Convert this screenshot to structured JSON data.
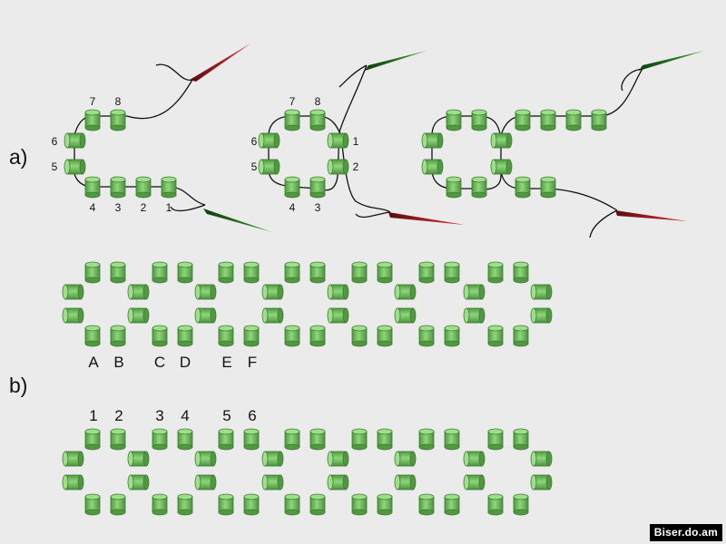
{
  "section_labels": {
    "a": "a)",
    "b": "b)"
  },
  "diagram_a_step1_numbers": [
    "1",
    "2",
    "3",
    "4",
    "5",
    "6",
    "7",
    "8"
  ],
  "diagram_a_step2_numbers": [
    "1",
    "2",
    "3",
    "4",
    "5",
    "6",
    "7",
    "8"
  ],
  "row_letters": [
    "A",
    "B",
    "C",
    "D",
    "E",
    "F"
  ],
  "row_numbers": [
    "1",
    "2",
    "3",
    "4",
    "5",
    "6"
  ],
  "watermark": "Biser.do.am",
  "colors": {
    "bead_fill": "#6fc25a",
    "bead_top": "#9ee08a",
    "bead_stroke": "#3d7a32",
    "thread": "#111111",
    "needle_green": "#2e8a24",
    "needle_red": "#c0202a",
    "background": "#ebebeb"
  }
}
